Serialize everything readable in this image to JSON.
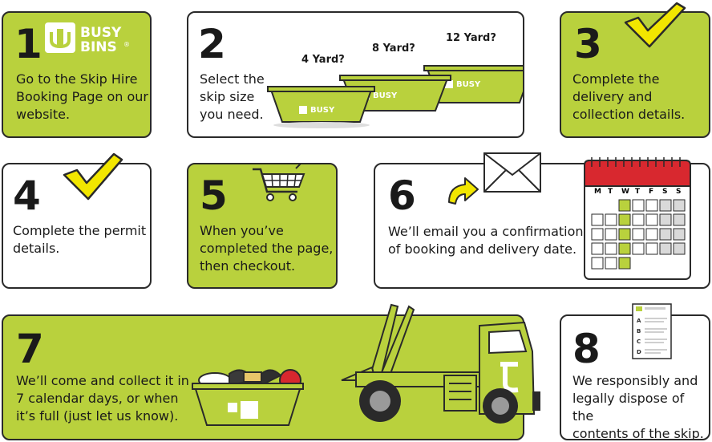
{
  "brand": {
    "line1": "BUSY",
    "line2": "BINS",
    "registered": "®"
  },
  "steps": [
    {
      "number": "1",
      "lines": [
        "Go to the Skip Hire",
        "Booking Page on our",
        "website."
      ]
    },
    {
      "number": "2",
      "lines": [
        "Select the",
        "skip size",
        "you need."
      ]
    },
    {
      "number": "3",
      "lines": [
        "Complete the",
        "delivery and",
        "collection details."
      ]
    },
    {
      "number": "4",
      "lines": [
        "Complete the permit",
        "details."
      ]
    },
    {
      "number": "5",
      "lines": [
        "When you’ve",
        "completed the page,",
        "then checkout."
      ]
    },
    {
      "number": "6",
      "lines": [
        "We’ll email you a confirmation",
        "of booking and delivery date."
      ]
    },
    {
      "number": "7",
      "lines": [
        "We’ll come and collect it in",
        "7 calendar days, or when",
        "it’s full (just let us know)."
      ]
    },
    {
      "number": "8",
      "lines": [
        "We responsibly and",
        "legally dispose of the",
        "contents of the skip."
      ]
    }
  ],
  "skip_sizes": [
    "4 Yard?",
    "8 Yard?",
    "12 Yard?"
  ],
  "calendar": {
    "days": [
      "M",
      "T",
      "W",
      "T",
      "F",
      "S",
      "S"
    ]
  },
  "document": {
    "letters": [
      "A",
      "B",
      "C",
      "D"
    ]
  },
  "colors": {
    "accent": "#b9d13d",
    "tick": "#f2e600",
    "calendar_red": "#d8282f",
    "outline": "#2a2a2a"
  }
}
